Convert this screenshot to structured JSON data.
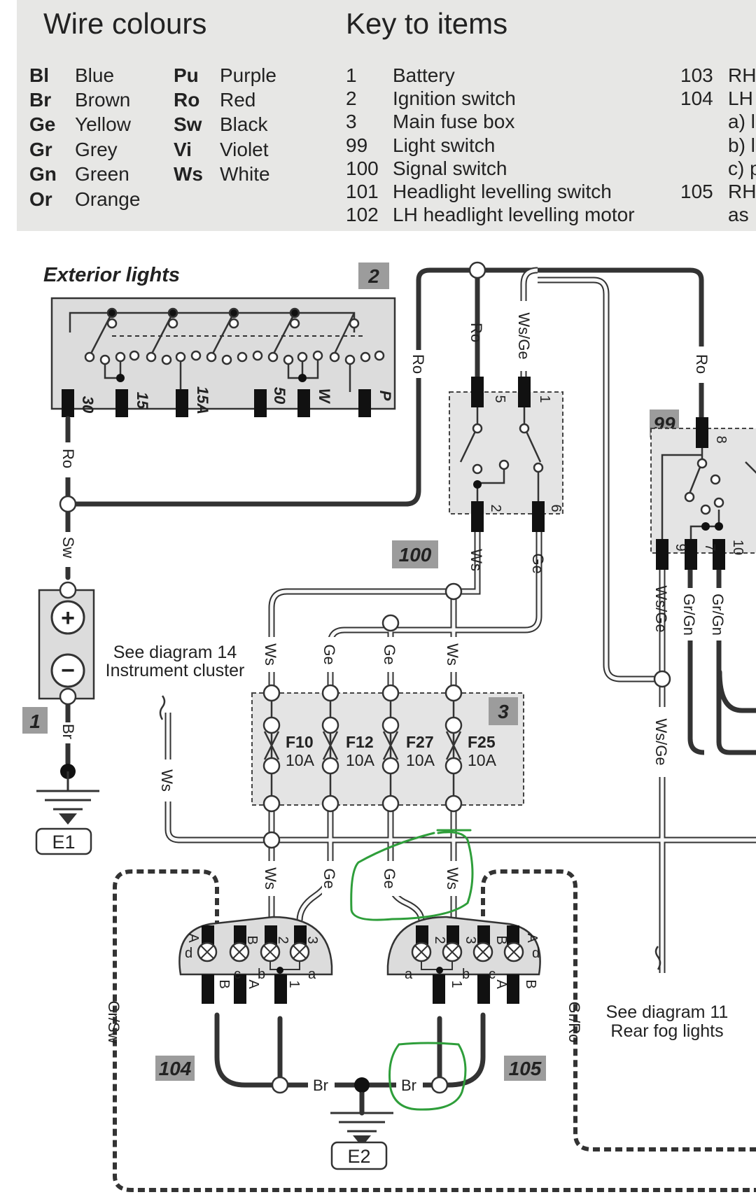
{
  "wire_colours": {
    "title": "Wire colours",
    "left": [
      {
        "code": "Bl",
        "name": "Blue"
      },
      {
        "code": "Br",
        "name": "Brown"
      },
      {
        "code": "Ge",
        "name": "Yellow"
      },
      {
        "code": "Gr",
        "name": "Grey"
      },
      {
        "code": "Gn",
        "name": "Green"
      },
      {
        "code": "Or",
        "name": "Orange"
      }
    ],
    "right": [
      {
        "code": "Pu",
        "name": "Purple"
      },
      {
        "code": "Ro",
        "name": "Red"
      },
      {
        "code": "Sw",
        "name": "Black"
      },
      {
        "code": "Vi",
        "name": "Violet"
      },
      {
        "code": "Ws",
        "name": "White"
      }
    ]
  },
  "key_to_items": {
    "title": "Key to items",
    "items": [
      {
        "num": "1",
        "label": "Battery"
      },
      {
        "num": "2",
        "label": "Ignition switch"
      },
      {
        "num": "3",
        "label": "Main fuse box"
      },
      {
        "num": "99",
        "label": "Light switch"
      },
      {
        "num": "100",
        "label": "Signal switch"
      },
      {
        "num": "101",
        "label": "Headlight levelling switch"
      },
      {
        "num": "102",
        "label": "LH headlight levelling motor"
      }
    ],
    "items_right": [
      {
        "num": "103",
        "label": "RH"
      },
      {
        "num": "104",
        "label": "LH"
      },
      {
        "num": "",
        "label": "a) l"
      },
      {
        "num": "",
        "label": "b) l"
      },
      {
        "num": "",
        "label": "c) p"
      },
      {
        "num": "105",
        "label": "RH"
      },
      {
        "num": "",
        "label": "as"
      }
    ]
  },
  "diagram": {
    "section_title": "Exterior lights",
    "ignition_switch": {
      "id": "2",
      "terminals": [
        "30",
        "15",
        "15A",
        "50",
        "W",
        "P"
      ]
    },
    "signal_switch": {
      "id": "100",
      "pins": [
        "5",
        "1",
        "2",
        "6"
      ]
    },
    "light_switch": {
      "id": "99",
      "pins": [
        "8",
        "9",
        "7",
        "10"
      ]
    },
    "battery": {
      "id": "1",
      "note_line1": "See diagram 14",
      "note_line2": "Instrument cluster",
      "plus": "+",
      "minus": "−"
    },
    "fuse_box": {
      "id": "3",
      "fuses": [
        {
          "name": "F10",
          "rating": "10A"
        },
        {
          "name": "F12",
          "rating": "10A"
        },
        {
          "name": "F27",
          "rating": "10A"
        },
        {
          "name": "F25",
          "rating": "10A"
        }
      ]
    },
    "grounds": {
      "e1": "E1",
      "e2": "E2"
    },
    "lh_headlight": {
      "id": "104",
      "pins": [
        "A",
        "B",
        "2",
        "3",
        "B",
        "A",
        "1"
      ],
      "bulbs": [
        "d",
        "c",
        "b",
        "a"
      ]
    },
    "rh_headlight": {
      "id": "105",
      "pins": [
        "2",
        "3",
        "B",
        "A",
        "1",
        "A",
        "B"
      ],
      "bulbs": [
        "a",
        "b",
        "c",
        "d"
      ]
    },
    "rear_fog_note_line1": "See diagram 11",
    "rear_fog_note_line2": "Rear fog lights",
    "wire_labels": {
      "ro": "Ro",
      "sw": "Sw",
      "br": "Br",
      "ws": "Ws",
      "ge": "Ge",
      "wsge": "Ws/Ge",
      "grgn": "Gr/Gn",
      "grsw": "Gr/Sw",
      "grro": "Gr/Ro"
    }
  },
  "colors": {
    "panel_bg": "#e7e7e5",
    "component_fill": "#dcdcdc",
    "id_box_fill": "#9c9c9c",
    "wire_dark": "#333333",
    "annotation_green": "#2e9e3a"
  }
}
